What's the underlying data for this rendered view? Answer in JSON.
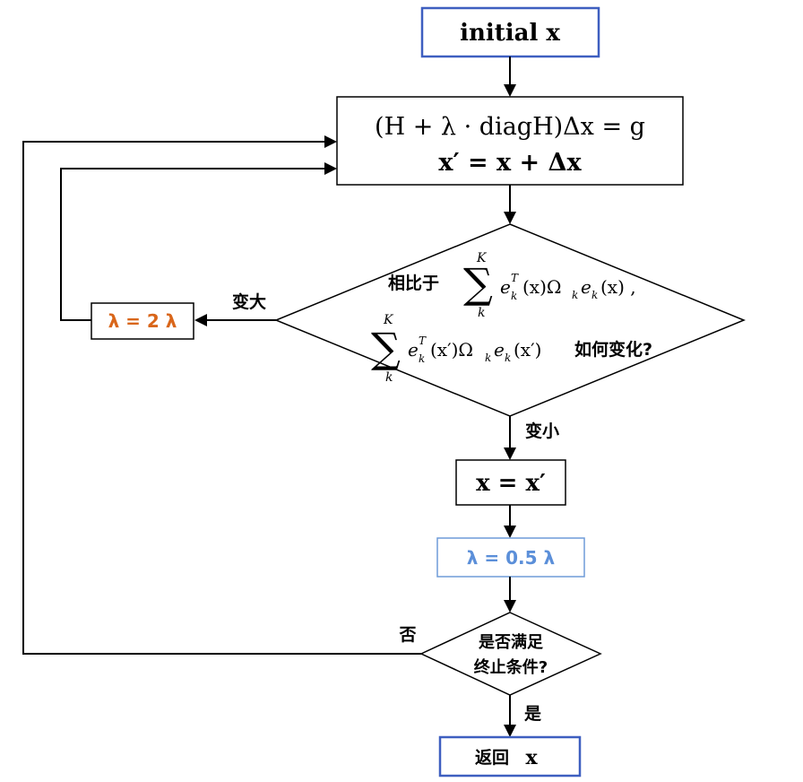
{
  "nodes": {
    "initial": {
      "text": "initial  x"
    },
    "update": {
      "line1": "(H + λ · diagH)Δx = g",
      "line2": "x′ = x + Δx"
    },
    "decision_cost": {
      "prefix": "相比于",
      "sum_top": "K",
      "sum_bottom": "k",
      "term1": "e",
      "term1_sup": "T",
      "term1_sub": "k",
      "term1_args": "(x)Ω",
      "term1_omega_sub": "k",
      "term1_e": "e",
      "term1_e_sub": "k",
      "term1_tail": "(x) ,",
      "term2": "e",
      "term2_sup": "T",
      "term2_sub": "k",
      "term2_args": "(x′)Ω",
      "term2_omega_sub": "k",
      "term2_e": "e",
      "term2_e_sub": "k",
      "term2_tail": "(x′)",
      "suffix": "如何变化?"
    },
    "lambda_double": {
      "text": "λ = 2 λ"
    },
    "accept": {
      "text": "x = x′"
    },
    "lambda_half": {
      "text": "λ = 0.5 λ"
    },
    "decision_stop": {
      "line1": "是否满足",
      "line2": "终止条件?"
    },
    "return": {
      "label": "返回",
      "var": "x"
    }
  },
  "edge_labels": {
    "bigger": "变大",
    "smaller": "变小",
    "no": "否",
    "yes": "是"
  },
  "colors": {
    "box_blue": "#3e5fc0",
    "stroke": "#000000",
    "lambda_double": "#d9661a",
    "lambda_half": "#5b8fd9",
    "half_border": "#6f9bd8"
  }
}
